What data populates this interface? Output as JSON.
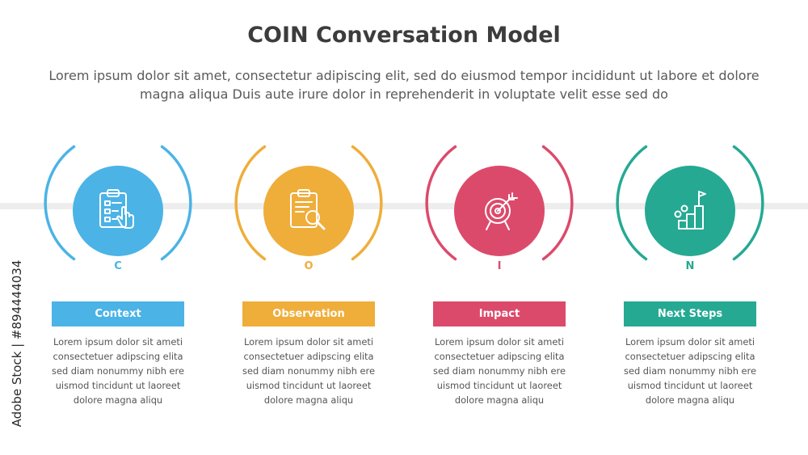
{
  "header": {
    "title": "COIN Conversation Model",
    "subtitle": "Lorem ipsum dolor sit amet, consectetur adipiscing elit, sed do eiusmod tempor incididunt ut labore et dolore magna aliqua Duis aute irure dolor in reprehenderit in voluptate velit esse sed do"
  },
  "steps": [
    {
      "letter": "C",
      "label": "Context",
      "color": "#4bb3e6",
      "icon": "clipboard-hand-icon",
      "description": "Lorem ipsum dolor sit ameti consectetuer adipscing elita sed diam nonummy nibh ere uismod tincidunt ut laoreet dolore magna aliqu"
    },
    {
      "letter": "O",
      "label": "Observation",
      "color": "#efad3a",
      "icon": "clipboard-magnifier-icon",
      "description": "Lorem ipsum dolor sit ameti consectetuer adipscing elita sed diam nonummy nibh ere uismod tincidunt ut laoreet dolore magna aliqu"
    },
    {
      "letter": "I",
      "label": "Impact",
      "color": "#dc4a6b",
      "icon": "target-arrow-icon",
      "description": "Lorem ipsum dolor sit ameti consectetuer adipscing elita sed diam nonummy nibh ere uismod tincidunt ut laoreet dolore magna aliqu"
    },
    {
      "letter": "N",
      "label": "Next Steps",
      "color": "#25a993",
      "icon": "podium-flag-icon",
      "description": "Lorem ipsum dolor sit ameti consectetuer adipscing elita sed diam nonummy nibh ere uismod tincidunt ut laoreet dolore magna aliqu"
    }
  ],
  "watermark": "Adobe Stock | #894444034"
}
